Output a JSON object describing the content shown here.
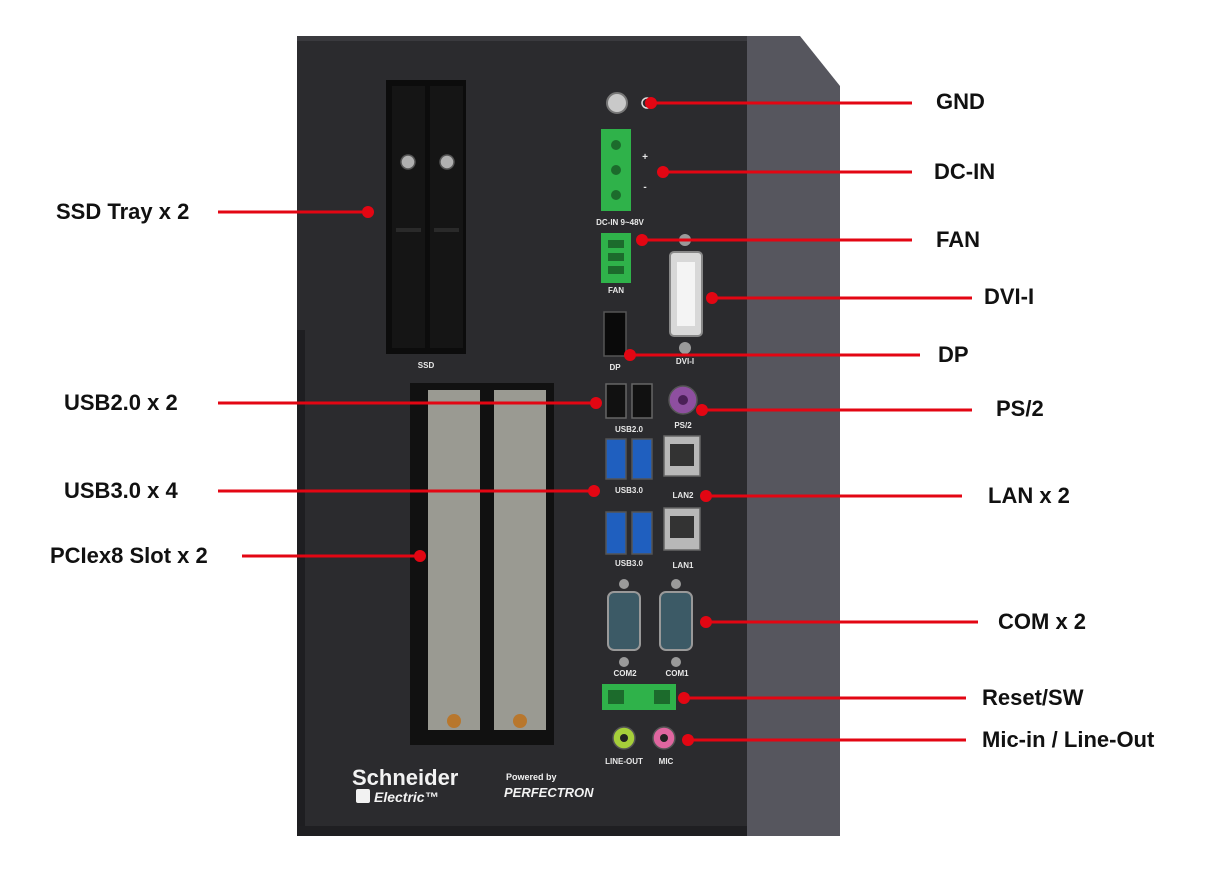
{
  "colors": {
    "chassis": "#2b2b2e",
    "side_panel": "#56565e",
    "callout_line": "#e30613",
    "terminal_green": "#2fb24a",
    "usb3_blue": "#1f5fbf",
    "ps2_purple": "#8e4fa0",
    "line_out_green": "#a6cf3a",
    "mic_pink": "#e066a0"
  },
  "callouts": {
    "gnd": "GND",
    "dc_in": "DC-IN",
    "fan": "FAN",
    "dvi_i": "DVI-I",
    "dp": "DP",
    "ps2": "PS/2",
    "lan": "LAN x 2",
    "com": "COM x 2",
    "reset_sw": "Reset/SW",
    "audio": "Mic-in / Line-Out",
    "ssd_tray": "SSD Tray x 2",
    "usb2": "USB2.0 x 2",
    "usb3": "USB3.0 x 4",
    "pcie": "PCIex8 Slot x 2"
  },
  "panel_labels": {
    "ssd": "SSD",
    "dc_in_voltage": "DC-IN 9~48V",
    "plus": "+",
    "minus": "-",
    "fan": "FAN",
    "dp": "DP",
    "dvi": "DVI-I",
    "usb2": "USB2.0",
    "ps2": "PS/2",
    "usb3_top": "USB3.0",
    "usb3_bottom": "USB3.0",
    "lan2": "LAN2",
    "lan1": "LAN1",
    "com2": "COM2",
    "com1": "COM1",
    "line_out": "LINE-OUT",
    "mic": "MIC"
  },
  "branding": {
    "schneider": "Schneider",
    "electric": "Electric™",
    "powered_by": "Powered by",
    "perfectron": "PERFECTRON"
  },
  "icons": {
    "ground": "ground-screw-icon",
    "earth": "earth-symbol-icon",
    "schneider_logo": "schneider-logo-icon"
  }
}
